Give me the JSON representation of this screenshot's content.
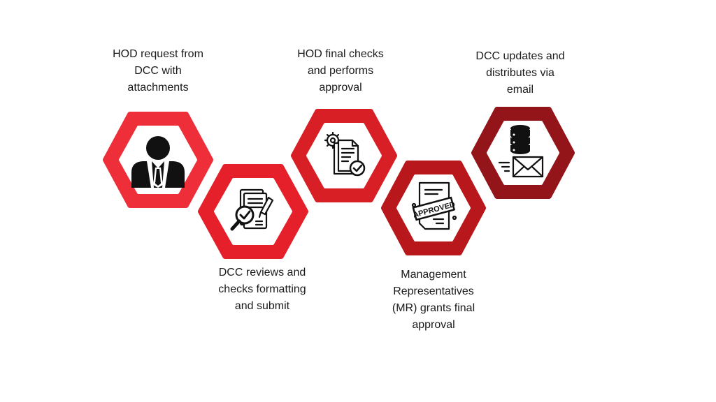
{
  "steps": [
    {
      "label_lines": [
        "HOD request from",
        "DCC with",
        "attachments"
      ],
      "icon": "businessman-icon",
      "color": "#ee2e38"
    },
    {
      "label_lines": [
        "DCC reviews and",
        "checks formatting",
        "and submit"
      ],
      "icon": "document-review-icon",
      "color": "#e5202a"
    },
    {
      "label_lines": [
        "HOD final checks",
        "and performs",
        "approval"
      ],
      "icon": "documents-approval-icon",
      "color": "#d81f26"
    },
    {
      "label_lines": [
        "Management",
        "Representatives",
        "(MR) grants final",
        "approval"
      ],
      "icon": "approved-stamp-icon",
      "color": "#b8171c"
    },
    {
      "label_lines": [
        "DCC updates and",
        "distributes via",
        "email"
      ],
      "icon": "database-email-icon",
      "color": "#931419"
    }
  ]
}
